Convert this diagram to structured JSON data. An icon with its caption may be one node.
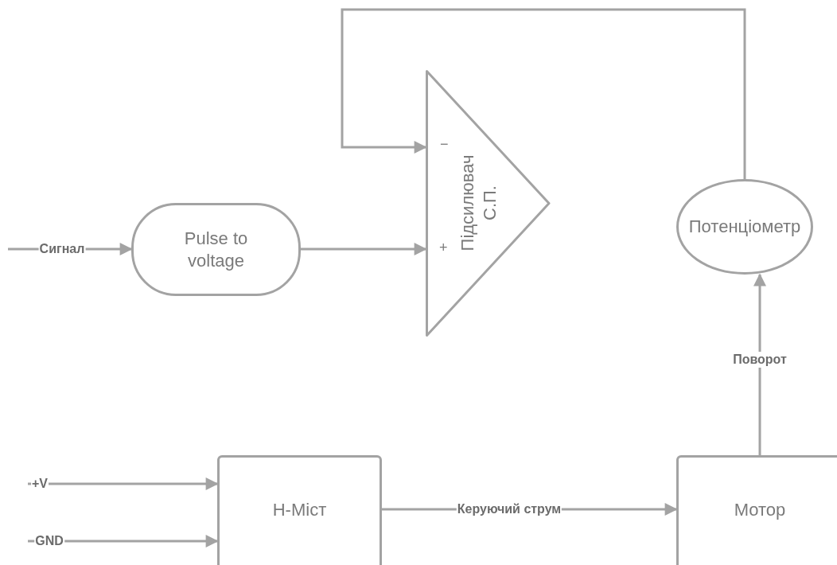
{
  "diagram": {
    "nodes": [
      {
        "text": [
          "Pulse to voltage"
        ]
      },
      {
        "text": [
          "Підсилювач С.П.",
          "−",
          "+"
        ]
      },
      {
        "text": [
          "Потенціометр"
        ]
      },
      {
        "text": [
          "H-Міст"
        ]
      },
      {
        "text": [
          "Мотор"
        ]
      }
    ],
    "edges": [
      {
        "from": null,
        "to": 0,
        "arrow": "to",
        "label": "Сигнал"
      },
      {
        "from": 0,
        "to": 1,
        "arrow": "to"
      },
      {
        "from": 2,
        "to": 1,
        "arrow": "to"
      },
      {
        "from": null,
        "to": 3,
        "arrow": "to",
        "label": "+V"
      },
      {
        "from": null,
        "to": 3,
        "arrow": "to",
        "label": "GND"
      },
      {
        "from": 3,
        "to": 4,
        "arrow": "to",
        "label": "Керуючий струм"
      },
      {
        "from": 4,
        "to": 2,
        "arrow": "to",
        "label": "Поворот"
      }
    ]
  }
}
